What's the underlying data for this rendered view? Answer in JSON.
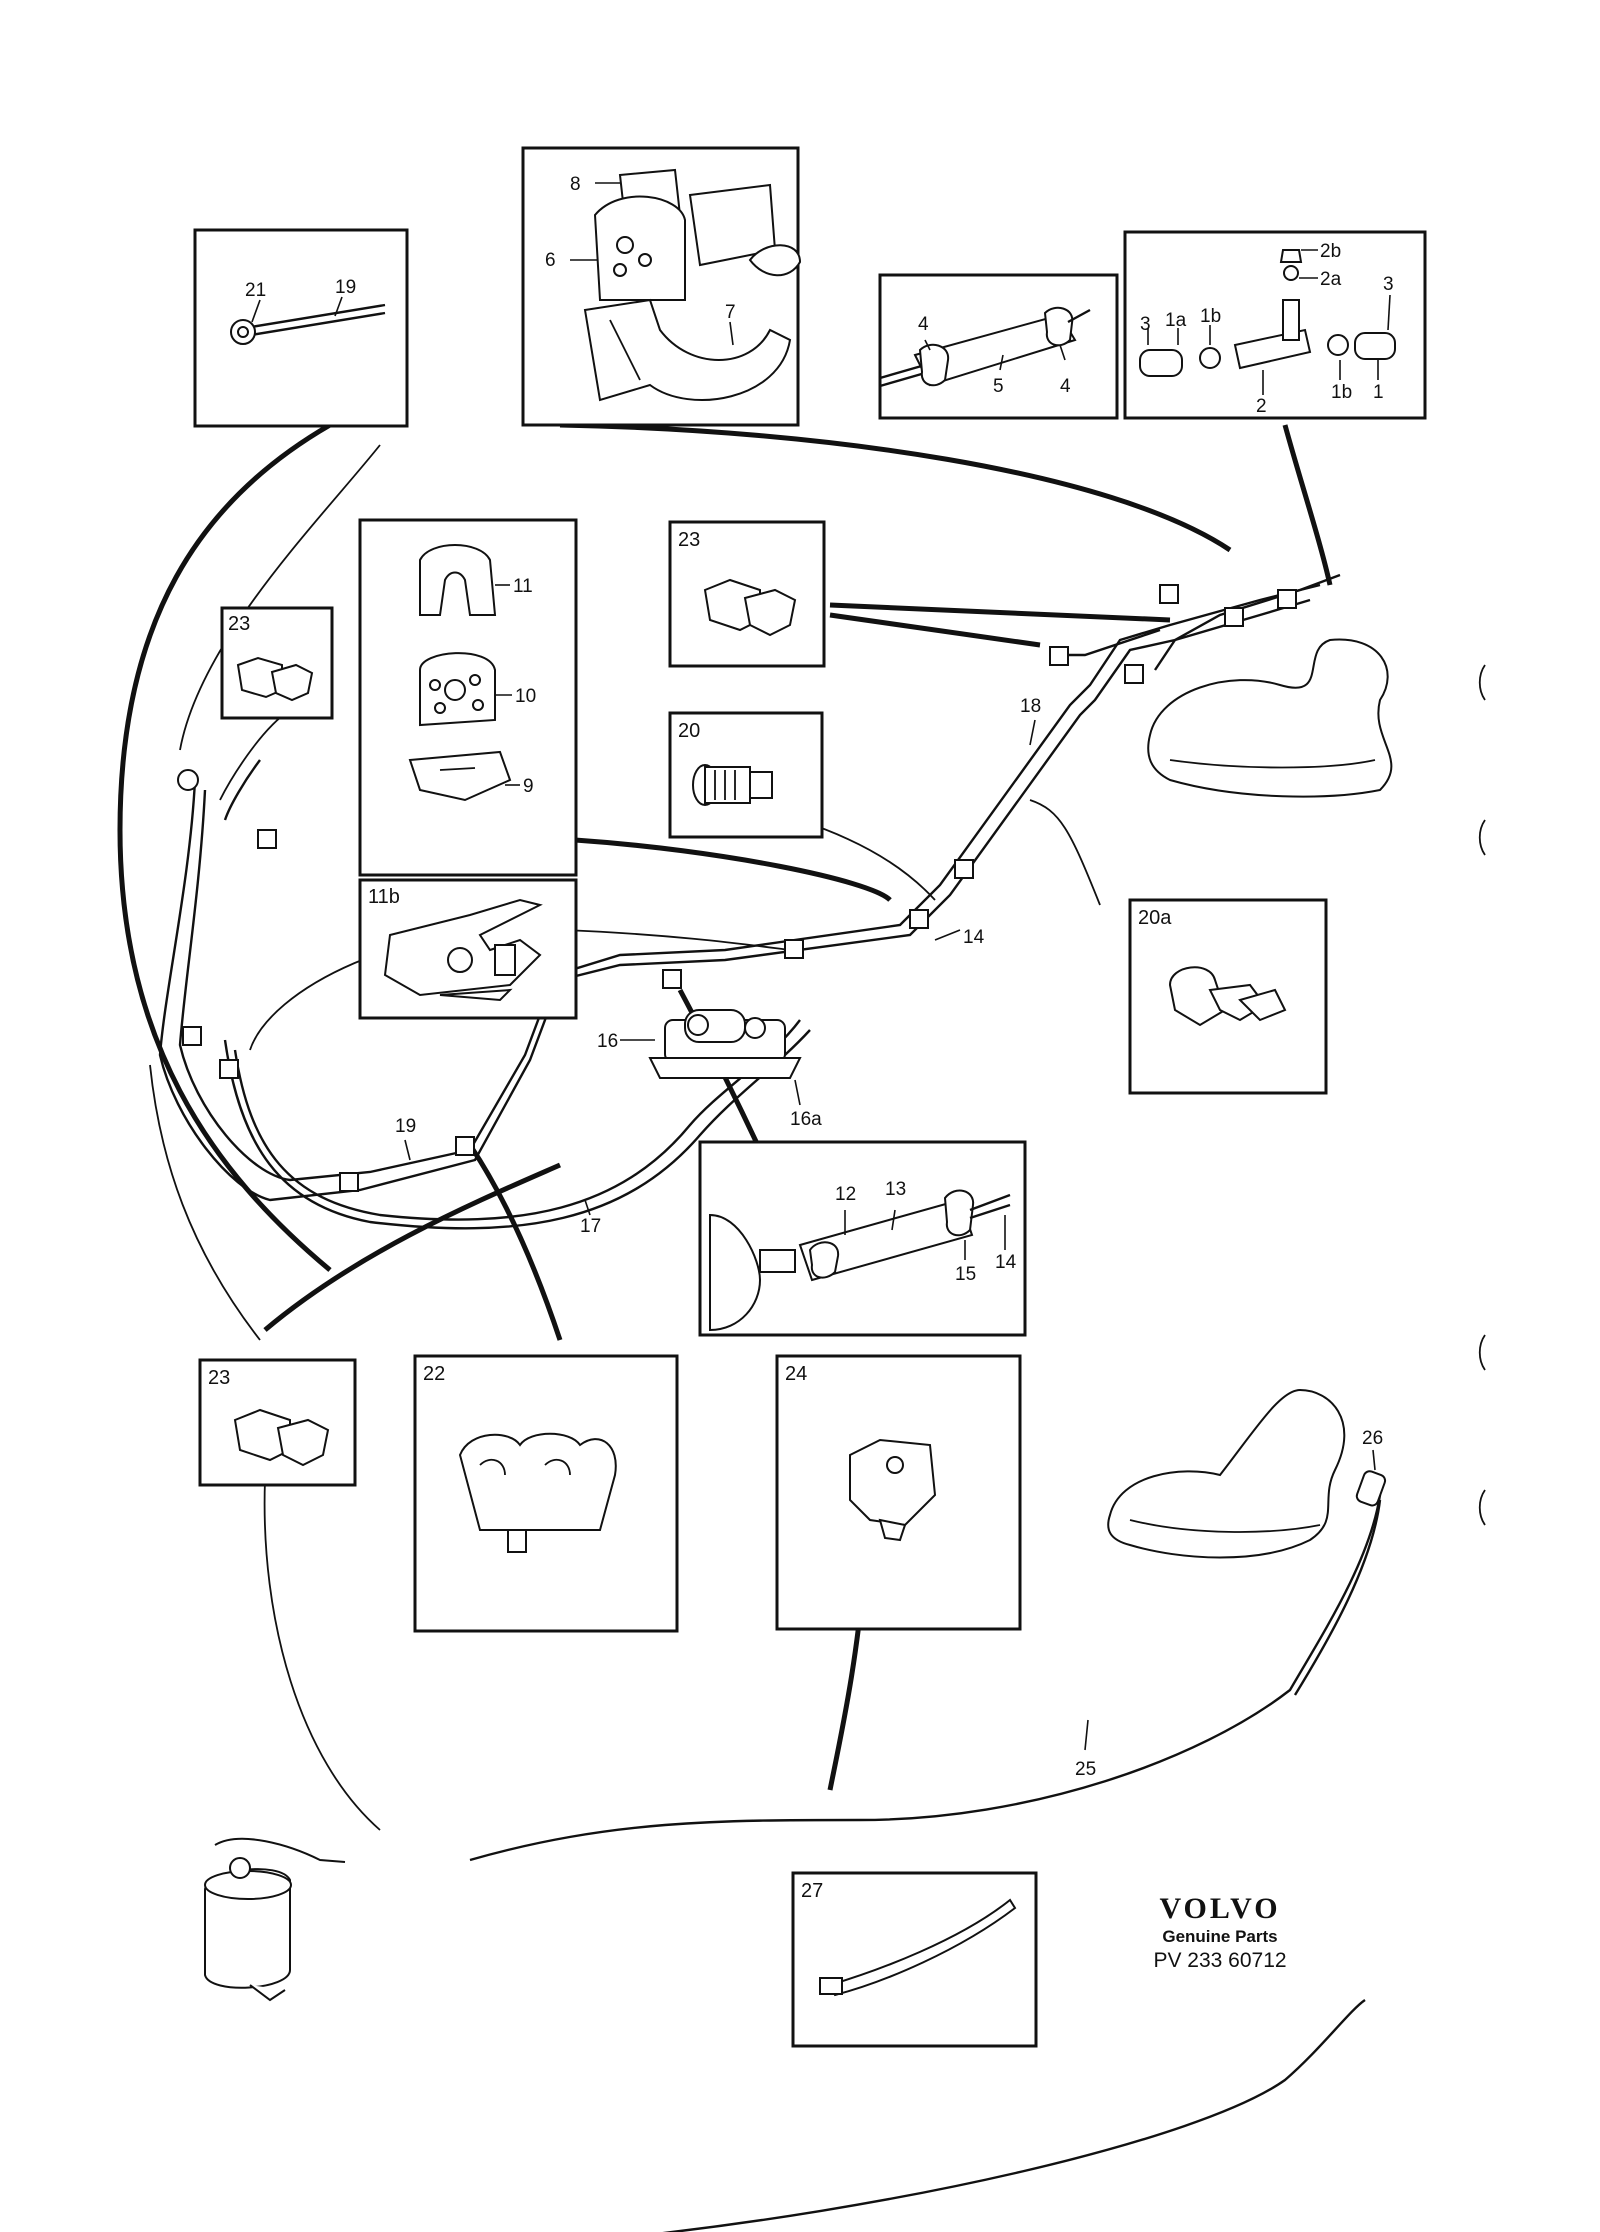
{
  "boxes": {
    "b19_21": {
      "l1": "21",
      "l2": "19"
    },
    "b6_8": {
      "l1": "8",
      "l2": "6",
      "l3": "7"
    },
    "b4_5": {
      "l1": "4",
      "l2": "5",
      "l3": "4"
    },
    "b1_3": {
      "l1": "2b",
      "l2": "2a",
      "l3": "3",
      "l4": "1a",
      "l5": "1b",
      "l6": "3",
      "l7": "2",
      "l8": "1b",
      "l9": "1"
    },
    "b9_11": {
      "l1": "11",
      "l2": "10",
      "l3": "9"
    },
    "b23_top": {
      "title": "23"
    },
    "b23_left": {
      "title": "23"
    },
    "b20": {
      "title": "20"
    },
    "b11b": {
      "title": "11b"
    },
    "b20a": {
      "title": "20a"
    },
    "b12_15": {
      "l1": "12",
      "l2": "13",
      "l3": "15",
      "l4": "14"
    },
    "b23_bottom": {
      "title": "23"
    },
    "b22": {
      "title": "22"
    },
    "b24": {
      "title": "24"
    },
    "b27": {
      "title": "27"
    }
  },
  "callouts": {
    "c18": "18",
    "c14": "14",
    "c16": "16",
    "c16a": "16a",
    "c19": "19",
    "c17": "17",
    "c25": "25",
    "c26": "26"
  },
  "brand": {
    "logo": "VOLVO",
    "tagline": "Genuine Parts",
    "code": "PV 233 60712"
  }
}
